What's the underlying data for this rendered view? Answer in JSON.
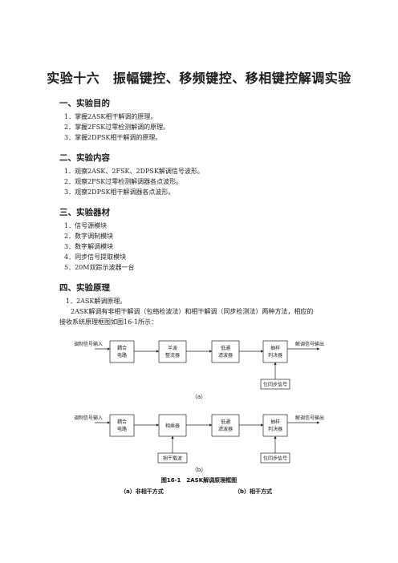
{
  "title": "实验十六　振幅键控、移频键控、移相键控解调实验",
  "sections": [
    {
      "heading": "一、实验目的",
      "items": [
        "1．掌握2ASK相干解调的原理。",
        "2．掌握2FSK过零检测解调的原理。",
        "3．掌握2DPSK相干解调的原理。"
      ]
    },
    {
      "heading": "二、实验内容",
      "items": [
        "1．观察2ASK、2FSK、2DPSK解调信号波形。",
        "2．观察2FSK过零检测解调器各点波形。",
        "3．观察2DPSK相干解调器各点波形。"
      ]
    },
    {
      "heading": "三、实验器材",
      "items": [
        "1．信号源模块",
        "2．数字调制模块",
        "3．数字解调模块",
        "4．同步信号提取模块",
        "5．20M双踪示波器一台"
      ]
    },
    {
      "heading": "四、实验原理",
      "items": [
        "1．2ASK解调原理。"
      ]
    }
  ],
  "paragraph": [
    "2ASK解调有非相干解调（包络检波法）和相干解调（同步检测法）两种方法，相应的",
    "接收系统原理框图如图16-1所示："
  ],
  "diagram_a": {
    "input": "调制信号输入",
    "block1": [
      "耦合",
      "电路"
    ],
    "block2": [
      "半波",
      "整流器"
    ],
    "block3": [
      "低通",
      "滤波器"
    ],
    "block4": [
      "抽样",
      "判决器"
    ],
    "output": "解调信号输出",
    "sync": "位同步信号",
    "caption": "（a）"
  },
  "diagram_b": {
    "input": "调制信号输入",
    "block1": [
      "耦合",
      "电路"
    ],
    "block2": "相乘器",
    "block3": [
      "低通",
      "滤波器"
    ],
    "block4": [
      "抽样",
      "判决器"
    ],
    "output": "解调信号输出",
    "carrier": "相干载波",
    "sync": "位同步信号",
    "caption": "（b）"
  },
  "figure_title": "图16-1　2ASK解调原理框图",
  "sub_a": "（a）非相干方式",
  "sub_b": "（b）相干方式"
}
